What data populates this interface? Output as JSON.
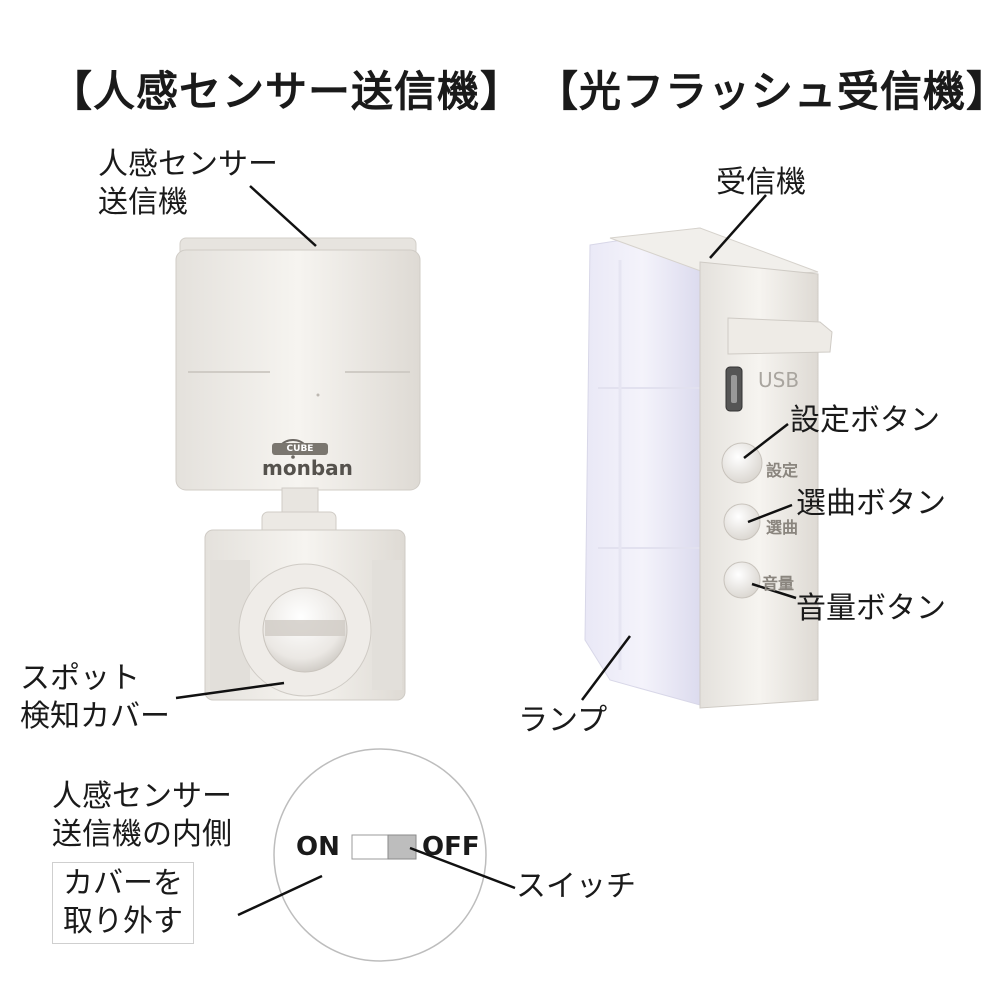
{
  "headings": {
    "sender": "【人感センサー送信機】",
    "receiver": "【光フラッシュ受信機】"
  },
  "sender": {
    "label_line1": "人感センサー",
    "label_line2": "送信機",
    "brand": "monban",
    "brand_badge": "CUBE",
    "spot_label_line1": "スポット",
    "spot_label_line2": "検知カバー"
  },
  "receiver": {
    "label": "受信機",
    "usb": "USB",
    "set_button_print": "設定",
    "select_button_print": "選曲",
    "volume_button_print": "音量",
    "set_button_label": "設定ボタン",
    "select_button_label": "選曲ボタン",
    "volume_button_label": "音量ボタン",
    "lamp_label": "ランプ"
  },
  "inside": {
    "line1": "人感センサー",
    "line2": "送信機の内側",
    "note_line1": "カバーを",
    "note_line2": "取り外す",
    "on": "ON",
    "off": "OFF",
    "switch_label": "スイッチ"
  }
}
